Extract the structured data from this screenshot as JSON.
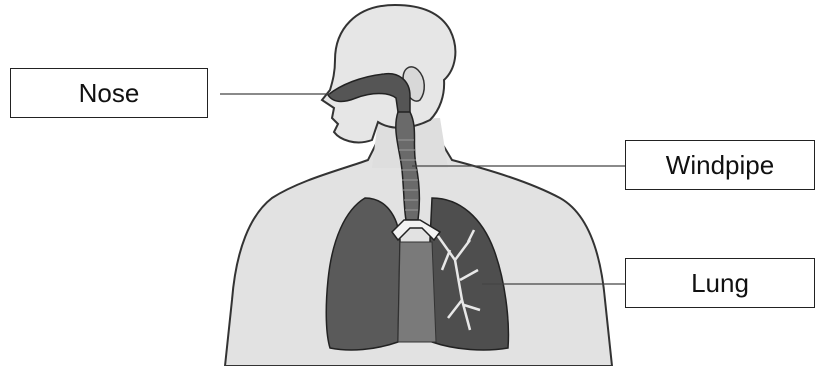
{
  "labels": {
    "nose": "Nose",
    "windpipe": "Windpipe",
    "lung": "Lung"
  },
  "colors": {
    "skin": "#e2e2e2",
    "skin_outline": "#333333",
    "organ_dark": "#555555",
    "organ_mid": "#7a7a7a",
    "airway": "#6a6a6a",
    "leader_line": "#444444"
  }
}
